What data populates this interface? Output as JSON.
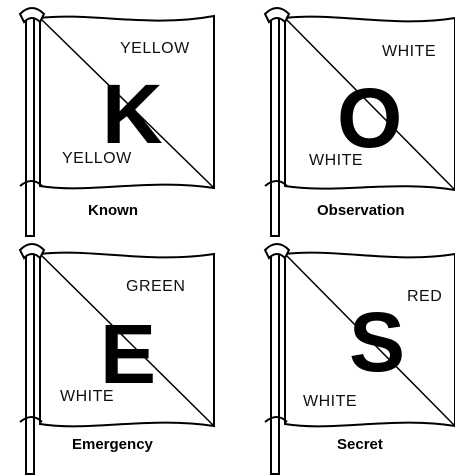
{
  "flags": [
    {
      "letter": "K",
      "upper_color": "YELLOW",
      "lower_color": "YELLOW",
      "caption": "Known"
    },
    {
      "letter": "O",
      "upper_color": "WHITE",
      "lower_color": "WHITE",
      "caption": "Observation"
    },
    {
      "letter": "E",
      "upper_color": "GREEN",
      "lower_color": "WHITE",
      "caption": "Emergency"
    },
    {
      "letter": "S",
      "upper_color": "RED",
      "lower_color": "WHITE",
      "caption": "Secret"
    }
  ]
}
